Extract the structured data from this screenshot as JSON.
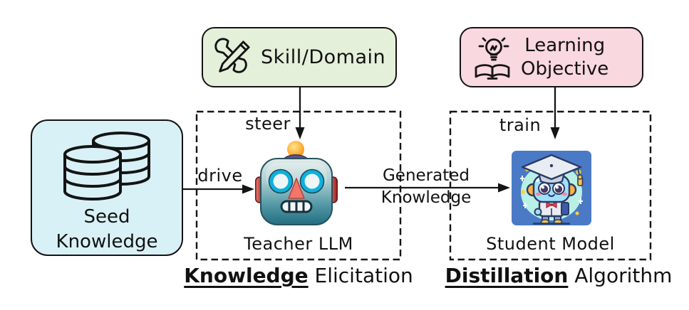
{
  "seed_box": {
    "line1": "Seed",
    "line2": "Knowledge",
    "bg_color": "#d8f1f7",
    "icon": "database-icon"
  },
  "skill_box": {
    "label": "Skill/Domain",
    "bg_color": "#e5f0da",
    "icon": "wrench-pencil-icon"
  },
  "objective_box": {
    "line1": "Learning",
    "line2": "Objective",
    "bg_color": "#f9d8e0",
    "icon": "lightbulb-book-icon"
  },
  "teacher": {
    "label": "Teacher LLM",
    "icon": "robot-face-emoji"
  },
  "student": {
    "label": "Student Model",
    "icon": "graduate-robot-illustration"
  },
  "edges": {
    "drive": "drive",
    "steer": "steer",
    "train": "train",
    "generated_line1": "Generated",
    "generated_line2": "Knowledge"
  },
  "captions": {
    "elicitation": {
      "emphasis": "Knowledge",
      "rest": " Elicitation"
    },
    "distillation": {
      "emphasis": "Distillation",
      "rest": " Algorithm"
    }
  },
  "colors": {
    "outline": "#141414",
    "skill_bg": "#e5f0da",
    "objective_bg": "#f9d8e0",
    "seed_bg": "#d8f1f7",
    "student_tile_bg": "#4a7ac6",
    "student_halo": "#b9f0e6",
    "robot_teal": "#2a7484",
    "robot_eye_cyan": "#0fb0dd",
    "antenna_orange": "#f59e00"
  }
}
